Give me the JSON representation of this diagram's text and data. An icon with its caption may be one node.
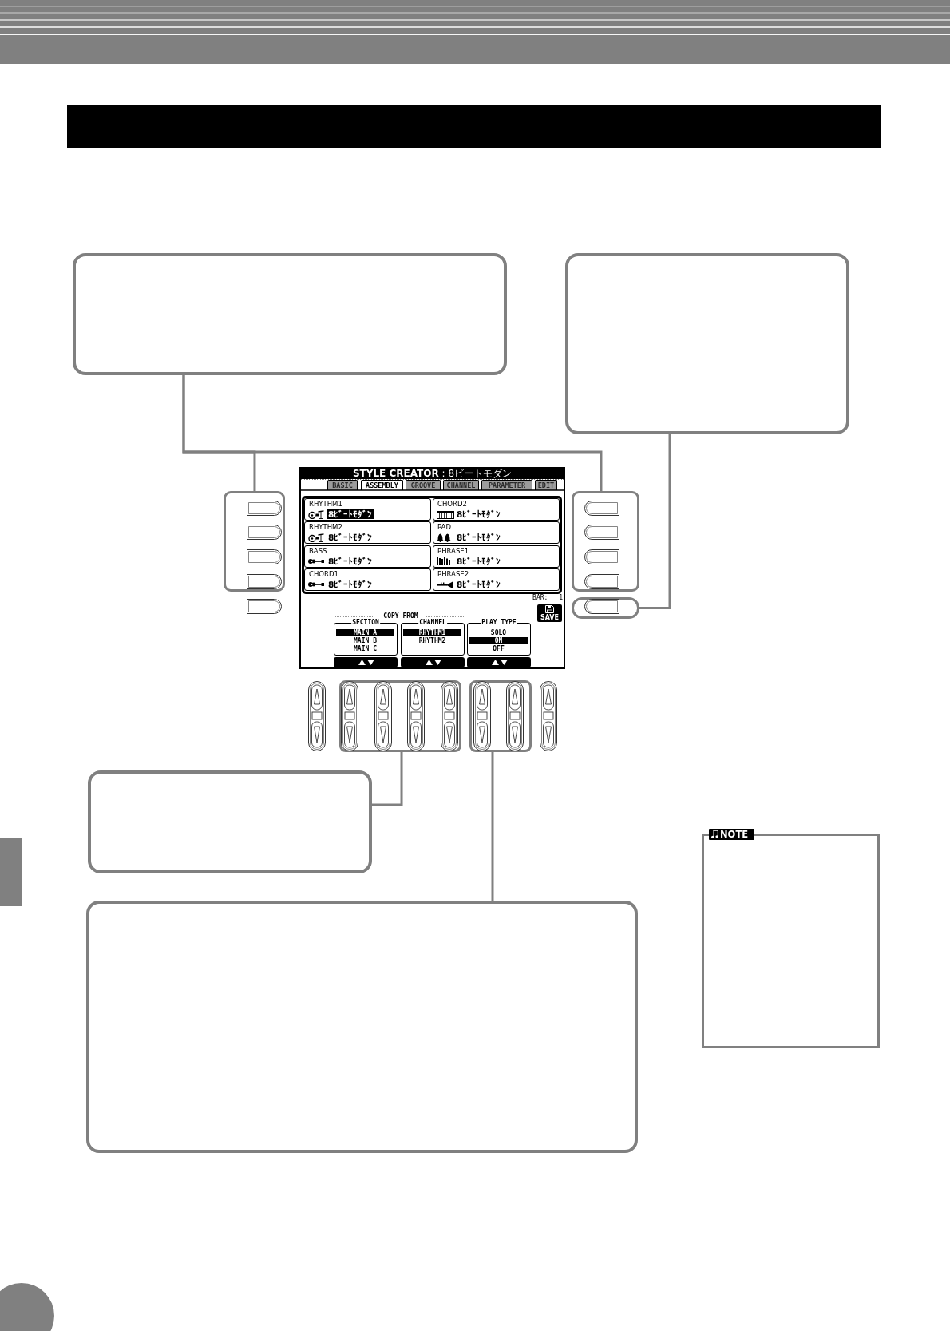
{
  "diagram": {
    "nodes": [
      {
        "text": [],
        "shape": "bar"
      },
      {
        "text": [],
        "shape": "box"
      },
      {
        "text": [],
        "shape": "box"
      },
      {
        "text": [],
        "shape": "box"
      },
      {
        "text": [],
        "shape": "box"
      },
      {
        "text": [],
        "shape": "box"
      },
      {
        "text": [],
        "shape": "box"
      },
      {
        "text": [],
        "shape": "box"
      },
      {
        "text": [],
        "shape": "box"
      },
      {
        "text": [
          "NOTE"
        ]
      },
      {
        "text": [],
        "shape": "bar"
      },
      {
        "text": [],
        "shape": "box"
      }
    ],
    "edges": [
      {
        "from": 1,
        "to": 3,
        "arrow": "none"
      },
      {
        "from": 1,
        "to": 4,
        "arrow": "none"
      },
      {
        "from": 2,
        "to": 5,
        "arrow": "none"
      },
      {
        "from": 8,
        "to": 6,
        "arrow": "none"
      },
      {
        "from": 11,
        "to": 7,
        "arrow": "none"
      }
    ],
    "labels": [
      "**STYLE CREATOR** : 8ビートモダン",
      "BASIC",
      "ASSEMBLY",
      "GROOVE",
      "CHANNEL",
      "PARAMETER",
      "EDIT",
      "RHYTHM1",
      "8ﾋﾞｰﾄﾓﾀﾞﾝ",
      "CHORD2",
      "8ﾋﾞｰﾄﾓﾀﾞﾝ",
      "RHYTHM2",
      "8ﾋﾞｰﾄﾓﾀﾞﾝ",
      "PAD",
      "8ﾋﾞｰﾄﾓﾀﾞﾝ",
      "BASS",
      "8ﾋﾞｰﾄﾓﾀﾞﾝ",
      "PHRASE1",
      "8ﾋﾞｰﾄﾓﾀﾞﾝ",
      "CHORD1",
      "8ﾋﾞｰﾄﾓﾀﾞﾝ",
      "PHRASE2",
      "8ﾋﾞｰﾄﾓﾀﾞﾝ",
      "BAR: 1",
      "COPY FROM",
      "SAVE",
      "SECTION",
      "MAIN A",
      "MAIN B",
      "MAIN C",
      "CHANNEL",
      "RHYTHM1",
      "RHYTHM2",
      "PLAY TYPE",
      "SOLO",
      "ON",
      "OFF"
    ]
  }
}
